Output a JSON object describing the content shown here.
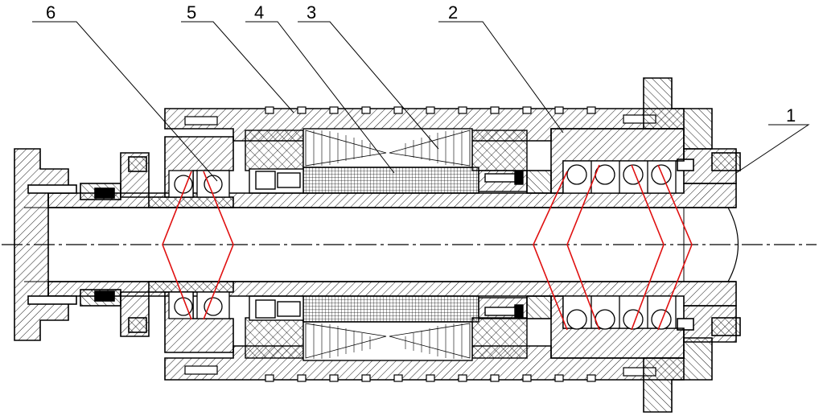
{
  "labels": {
    "l1": "1",
    "l2": "2",
    "l3": "3",
    "l4": "4",
    "l5": "5",
    "l6": "6"
  },
  "colors": {
    "line": "#000000",
    "contact_lines": "#e01010",
    "background": "#ffffff"
  }
}
